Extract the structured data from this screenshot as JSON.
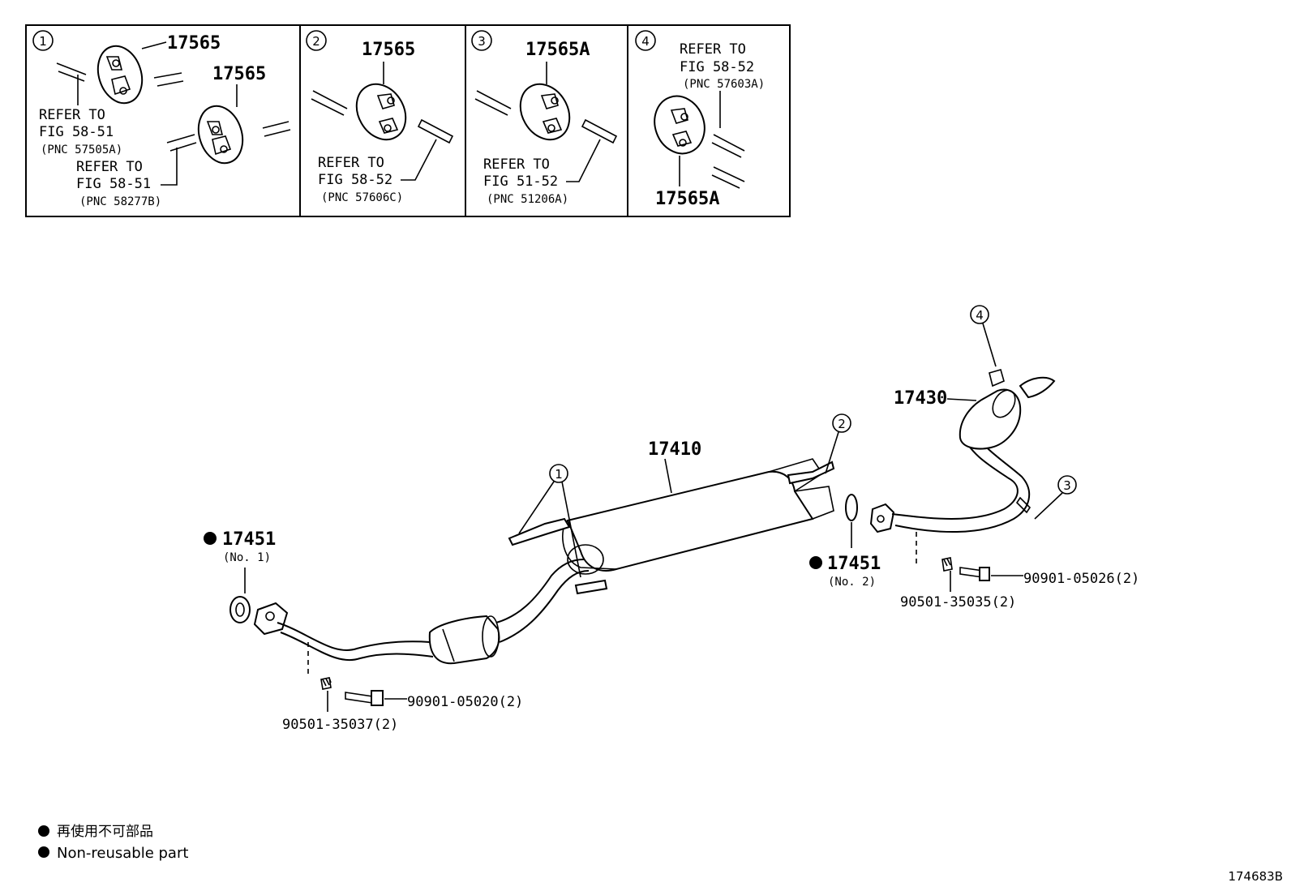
{
  "legend": {
    "jp": "再使用不可部品",
    "en": "Non-reusable part"
  },
  "figure_id": "174683B",
  "panels": [
    {
      "num": "1",
      "parts": [
        "17565",
        "17565"
      ],
      "refs": [
        {
          "l1": "REFER TO",
          "l2": "FIG 58-51",
          "pnc": "(PNC 57505A)"
        },
        {
          "l1": "REFER TO",
          "l2": "FIG 58-51",
          "pnc": "(PNC 58277B)"
        }
      ]
    },
    {
      "num": "2",
      "parts": [
        "17565"
      ],
      "refs": [
        {
          "l1": "REFER TO",
          "l2": "FIG 58-52",
          "pnc": "(PNC 57606C)"
        }
      ]
    },
    {
      "num": "3",
      "parts": [
        "17565A"
      ],
      "refs": [
        {
          "l1": "REFER TO",
          "l2": "FIG 51-52",
          "pnc": "(PNC 51206A)"
        }
      ]
    },
    {
      "num": "4",
      "parts": [
        "17565A"
      ],
      "refs": [
        {
          "l1": "REFER TO",
          "l2": "FIG 58-52",
          "pnc": "(PNC 57603A)"
        }
      ]
    }
  ],
  "main": {
    "parts": {
      "p17410": "17410",
      "p17430": "17430",
      "gasket1": "17451",
      "gasket1_sub": "(No. 1)",
      "gasket2": "17451",
      "gasket2_sub": "(No. 2)",
      "bolt1": "90901-05020(2)",
      "spring1": "90501-35037(2)",
      "bolt2": "90901-05026(2)",
      "spring2": "90501-35035(2)"
    },
    "callouts": {
      "c1": "1",
      "c2": "2",
      "c3": "3",
      "c4": "4"
    }
  }
}
